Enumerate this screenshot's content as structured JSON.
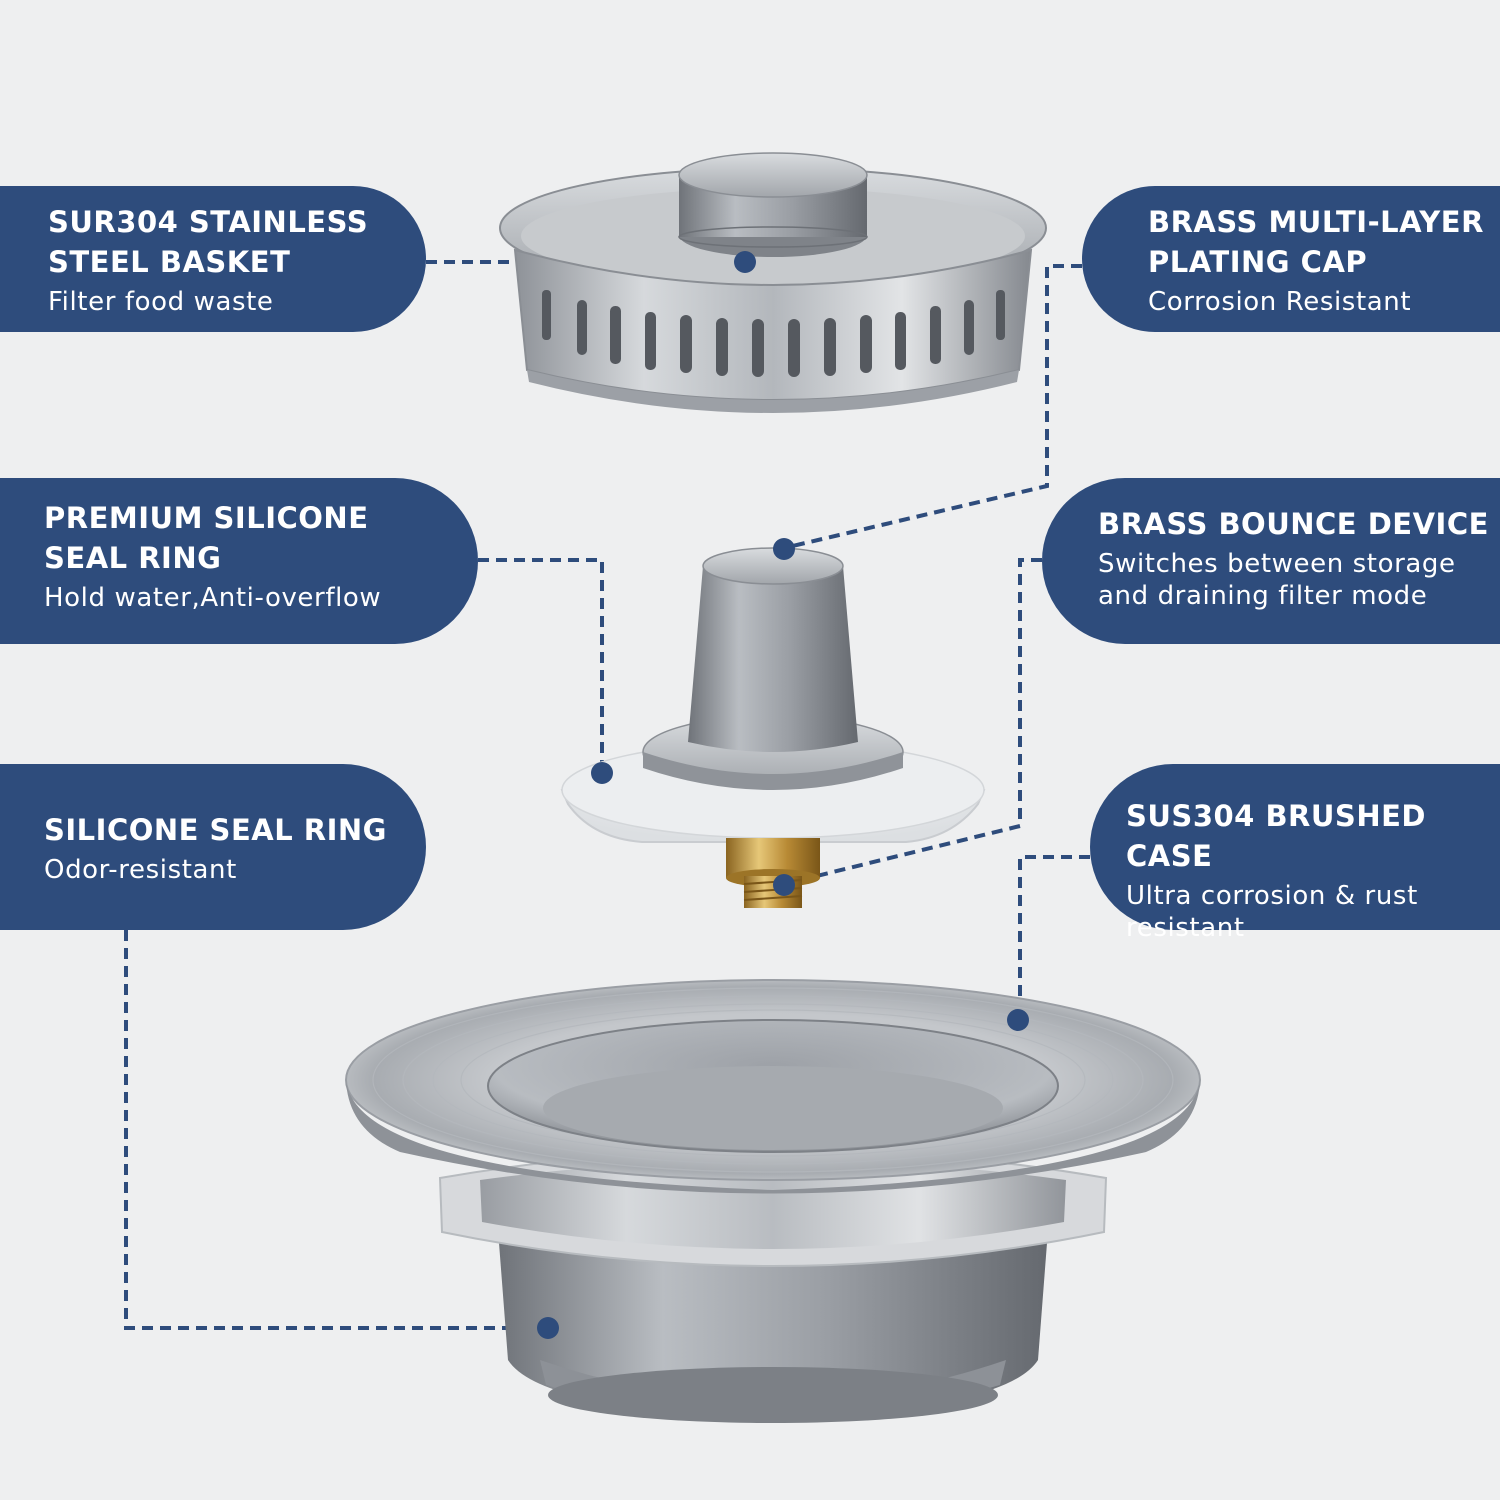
{
  "colors": {
    "background": "#eeeff0",
    "label_fill": "#2e4c7c",
    "label_text": "#ffffff",
    "connector": "#2e4c7c",
    "steel": "#a9adb3",
    "brass": "#c9a24e",
    "silicone": "#e9ebed"
  },
  "labels": [
    {
      "id": "basket",
      "title": "SUR304 STAINLESS\nSTEEL BASKET",
      "desc": "Filter food waste"
    },
    {
      "id": "seal_premium",
      "title": "PREMIUM SILICONE\nSEAL RING",
      "desc": "Hold water,Anti-overflow"
    },
    {
      "id": "seal",
      "title": "SILICONE SEAL RING",
      "desc": "Odor-resistant"
    },
    {
      "id": "cap",
      "title": "BRASS MULTI-LAYER\nPLATING CAP",
      "desc": "Corrosion Resistant"
    },
    {
      "id": "bounce",
      "title": "BRASS BOUNCE DEVICE",
      "desc": "Switches between storage\nand draining filter mode"
    },
    {
      "id": "case",
      "title": "SUS304 BRUSHED CASE",
      "desc": "Ultra corrosion & rust\nresistant"
    }
  ],
  "components": [
    {
      "id": "strainer-basket",
      "icon": "strainer-basket"
    },
    {
      "id": "stopper-plug",
      "icon": "stopper-plug"
    },
    {
      "id": "brushed-flange-case",
      "icon": "brushed-flange-case"
    }
  ]
}
